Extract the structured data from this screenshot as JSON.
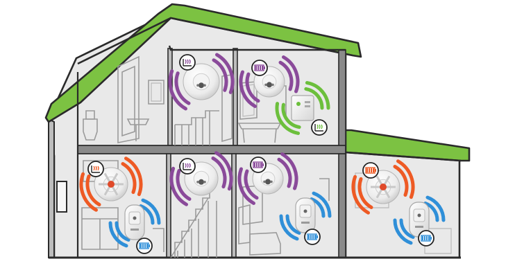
{
  "colors": {
    "roof": "#7cc242",
    "wall_fill": "#e9e9e9",
    "wall_stroke": "#2a2a2a",
    "floor": "#8a8a8a",
    "purple": "#8a4a9a",
    "orange": "#ee5a24",
    "blue": "#2f8fd8",
    "green": "#6cbf3c"
  },
  "devices": [
    {
      "id": "alarm-bedroom-1",
      "kind": "smoke-alarm",
      "signal": "purple",
      "badge": "heat-icon"
    },
    {
      "id": "alarm-bathroom",
      "kind": "smoke-alarm",
      "signal": "purple",
      "badge": "battery-icon"
    },
    {
      "id": "hub-bathroom",
      "kind": "wall-unit",
      "signal": "green",
      "badge": "heat-icon"
    },
    {
      "id": "alarm-kitchen",
      "kind": "heat-alarm",
      "signal": "orange",
      "badge": "heat-icon"
    },
    {
      "id": "plug-kitchen",
      "kind": "plug-in-unit",
      "signal": "blue",
      "badge": "battery-icon"
    },
    {
      "id": "alarm-hall",
      "kind": "smoke-alarm",
      "signal": "purple",
      "badge": "heat-icon"
    },
    {
      "id": "alarm-living",
      "kind": "smoke-alarm",
      "signal": "purple",
      "badge": "battery-icon"
    },
    {
      "id": "plug-living",
      "kind": "plug-in-unit",
      "signal": "blue",
      "badge": "battery-icon"
    },
    {
      "id": "alarm-garage",
      "kind": "heat-alarm",
      "signal": "orange",
      "badge": "battery-icon"
    },
    {
      "id": "plug-garage",
      "kind": "plug-in-unit",
      "signal": "blue",
      "badge": "battery-icon"
    }
  ]
}
